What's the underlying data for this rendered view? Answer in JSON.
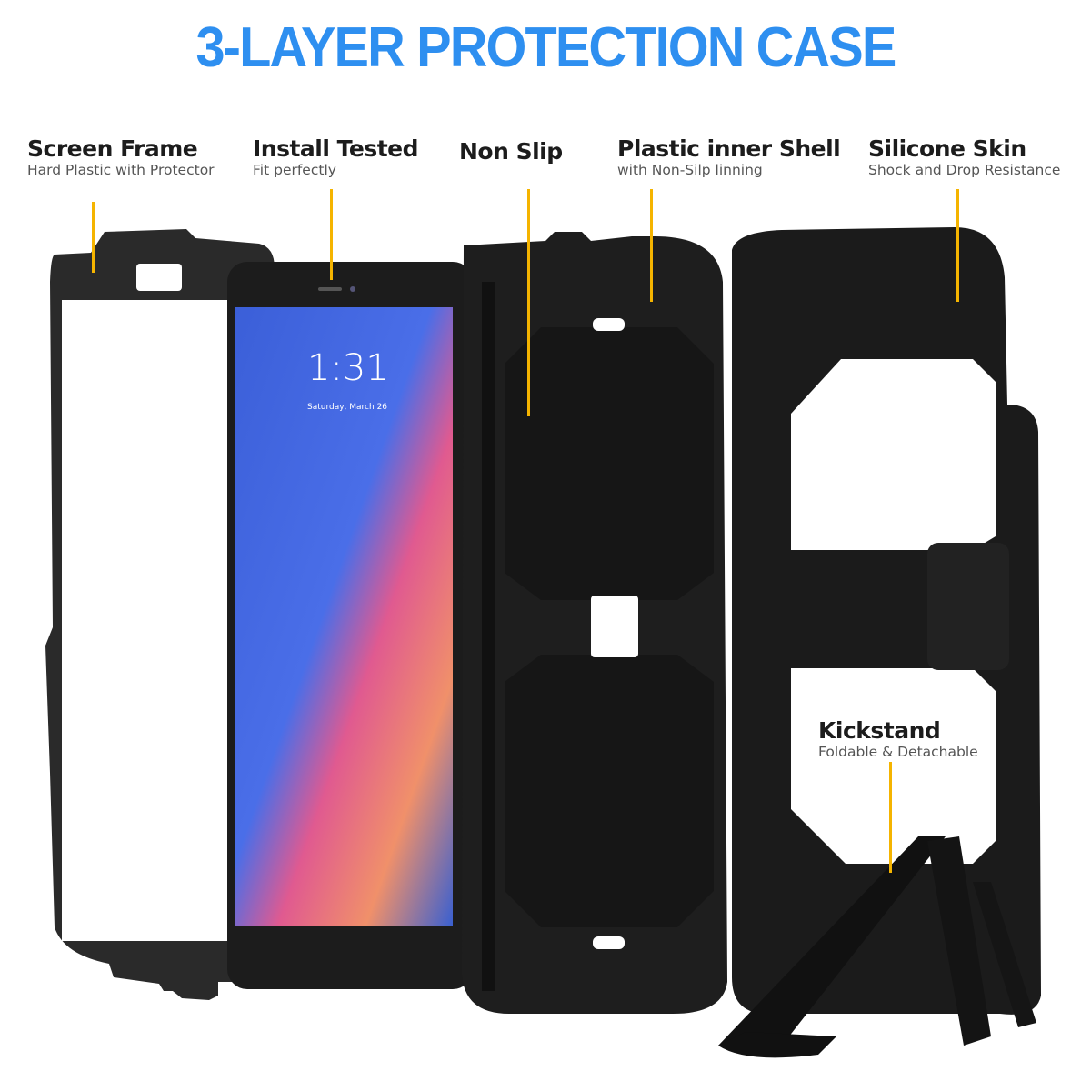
{
  "title": "3-LAYER PROTECTION CASE",
  "colors": {
    "title": "#2e8ff0",
    "pointer": "#f5b400",
    "case": "#1e1e1e"
  },
  "labels": [
    {
      "heading": "Screen Frame",
      "subtitle": "Hard Plastic with Protector"
    },
    {
      "heading": "Install Tested",
      "subtitle": "Fit perfectly"
    },
    {
      "heading": "Non Slip",
      "subtitle": ""
    },
    {
      "heading": "Plastic inner Shell",
      "subtitle": "with Non-Silp linning"
    },
    {
      "heading": "Silicone Skin",
      "subtitle": "Shock and Drop Resistance"
    },
    {
      "heading": "Kickstand",
      "subtitle": "Foldable & Detachable"
    }
  ],
  "tablet_screen": {
    "time": "1:31",
    "date": "Saturday, March 26"
  }
}
